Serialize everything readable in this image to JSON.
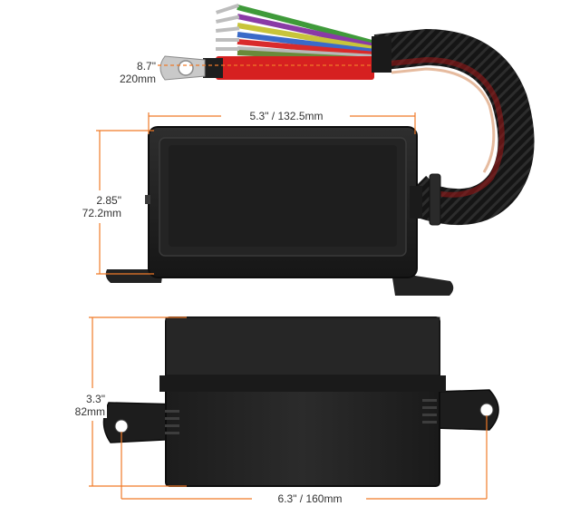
{
  "colors": {
    "accent": "#f07a28",
    "case_dark": "#1b1b1b",
    "case_mid": "#2a2a2a",
    "case_light": "#3a3a3a"
  },
  "wires": [
    "#3f9a3a",
    "#8a3aa6",
    "#c8c43a",
    "#3a6ac8",
    "#d92b2b",
    "#b8b8b8",
    "#6a8a3a"
  ],
  "dimensions": {
    "cable_length": {
      "inch": "8.7\"",
      "mm": "220mm"
    },
    "top_width": "5.3\" / 132.5mm",
    "top_height": {
      "inch": "2.85\"",
      "mm": "72.2mm"
    },
    "side_height": {
      "inch": "3.3\"",
      "mm": "82mm"
    },
    "side_width": "6.3\" / 160mm"
  }
}
